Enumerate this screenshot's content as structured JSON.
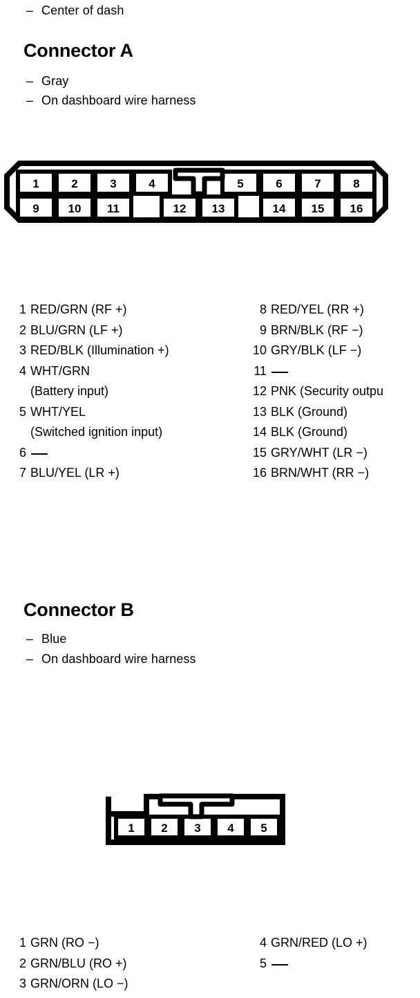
{
  "page": {
    "top_note": {
      "dash": "–",
      "text": "Center of dash"
    }
  },
  "connector_a": {
    "heading": "Connector A",
    "notes": [
      {
        "dash": "–",
        "text": "Gray"
      },
      {
        "dash": "–",
        "text": "On dashboard wire harness"
      }
    ],
    "diagram": {
      "name": "connector-a-pinout-diagram",
      "top_row": [
        "1",
        "2",
        "3",
        "4",
        "5",
        "6",
        "7",
        "8"
      ],
      "bottom_row": [
        "9",
        "10",
        "11",
        "12",
        "13",
        "14",
        "15",
        "16"
      ],
      "latch": "center-latch-tab"
    },
    "pins_left": [
      {
        "num": "1",
        "desc": "RED/GRN (RF +)"
      },
      {
        "num": "2",
        "desc": "BLU/GRN (LF +)"
      },
      {
        "num": "3",
        "desc": "RED/BLK (Illumination +)"
      },
      {
        "num": "4",
        "desc": "WHT/GRN",
        "cont": "(Battery input)"
      },
      {
        "num": "5",
        "desc": "WHT/YEL",
        "cont": "(Switched ignition input)"
      },
      {
        "num": "6",
        "desc": "",
        "blank": true
      },
      {
        "num": "7",
        "desc": "BLU/YEL (LR +)"
      }
    ],
    "pins_right": [
      {
        "num": "8",
        "desc": "RED/YEL (RR +)"
      },
      {
        "num": "9",
        "desc": "BRN/BLK (RF −)"
      },
      {
        "num": "10",
        "desc": "GRY/BLK (LF −)"
      },
      {
        "num": "11",
        "desc": "",
        "blank": true
      },
      {
        "num": "12",
        "desc": "PNK (Security outpu"
      },
      {
        "num": "13",
        "desc": "BLK (Ground)"
      },
      {
        "num": "14",
        "desc": "BLK (Ground)"
      },
      {
        "num": "15",
        "desc": "GRY/WHT (LR −)"
      },
      {
        "num": "16",
        "desc": "BRN/WHT (RR −)"
      }
    ]
  },
  "connector_b": {
    "heading": "Connector B",
    "notes": [
      {
        "dash": "–",
        "text": "Blue"
      },
      {
        "dash": "–",
        "text": "On dashboard wire harness"
      }
    ],
    "diagram": {
      "name": "connector-b-pinout-diagram",
      "row": [
        "1",
        "2",
        "3",
        "4",
        "5"
      ],
      "latch": "top-latch-tab"
    },
    "pins_left": [
      {
        "num": "1",
        "desc": "GRN (RO −)"
      },
      {
        "num": "2",
        "desc": "GRN/BLU (RO +)"
      },
      {
        "num": "3",
        "desc": "GRN/ORN (LO −)"
      }
    ],
    "pins_right": [
      {
        "num": "4",
        "desc": "GRN/RED (LO +)"
      },
      {
        "num": "5",
        "desc": "",
        "blank": true
      }
    ]
  },
  "colors": {
    "ink": "#000000",
    "paper": "#ffffff"
  }
}
